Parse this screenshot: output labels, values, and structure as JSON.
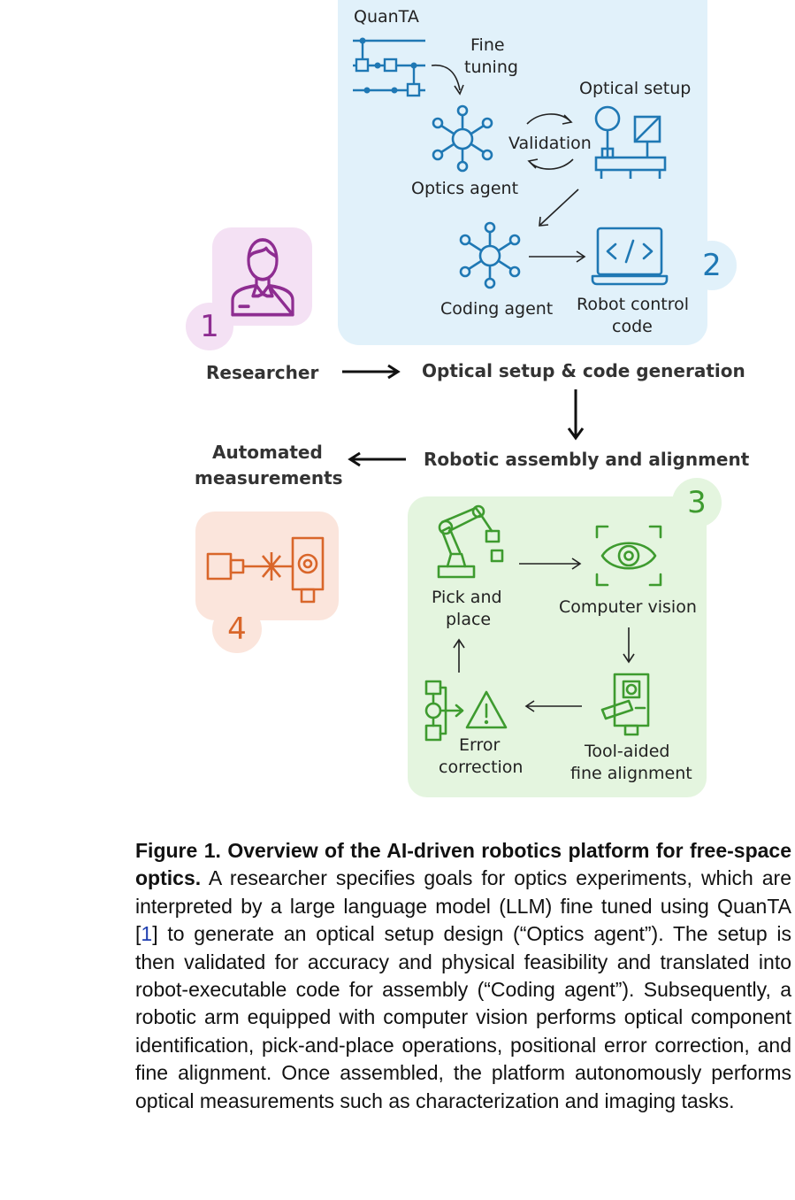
{
  "diagram": {
    "badges": {
      "one": "1",
      "two": "2",
      "three": "3",
      "four": "4"
    },
    "quanta": {
      "title": "QuanTA",
      "fine_tuning": [
        "Fine",
        "tuning"
      ],
      "optical_setup": "Optical setup",
      "validation": "Validation",
      "optics_agent": "Optics agent",
      "coding_agent": "Coding agent",
      "robot_control_code": [
        "Robot control",
        "code"
      ]
    },
    "stages": {
      "researcher": "Researcher",
      "setup_generation": "Optical setup & code generation",
      "robotic_assembly": "Robotic assembly and alignment",
      "automated_measurements": [
        "Automated",
        "measurements"
      ]
    },
    "robotics": {
      "pick_place": [
        "Pick and",
        "place"
      ],
      "computer_vision": "Computer vision",
      "error_correction": [
        "Error",
        "correction"
      ],
      "fine_alignment": [
        "Tool-aided",
        "fine alignment"
      ]
    },
    "colors": {
      "researcher": "#8e2d91",
      "researcher_bg": "#f4e1f4",
      "quanta": "#1f78b4",
      "quanta_bg": "#e1f1fa",
      "robotics": "#3e9b2f",
      "robotics_bg": "#e4f5df",
      "measurement": "#d9662a",
      "measurement_bg": "#fbe5dc"
    }
  },
  "caption": {
    "label": "Figure 1.",
    "bold_title": "Overview of the AI-driven robotics platform for free-space optics.",
    "text_before_ref": "A researcher specifies goals for optics experiments, which are interpreted by a large language model (LLM) fine tuned using QuanTA [",
    "ref": "1",
    "text_after_ref": "] to generate an optical setup design (“Optics agent”). The setup is then validated for accuracy and physical feasibility and translated into robot-executable code for assembly (“Coding agent”). Subsequently, a robotic arm equipped with computer vision performs optical component identification, pick-and-place operations, positional error correction, and fine alignment. Once assembled, the platform autonomously performs optical measurements such as characterization and imaging tasks."
  }
}
